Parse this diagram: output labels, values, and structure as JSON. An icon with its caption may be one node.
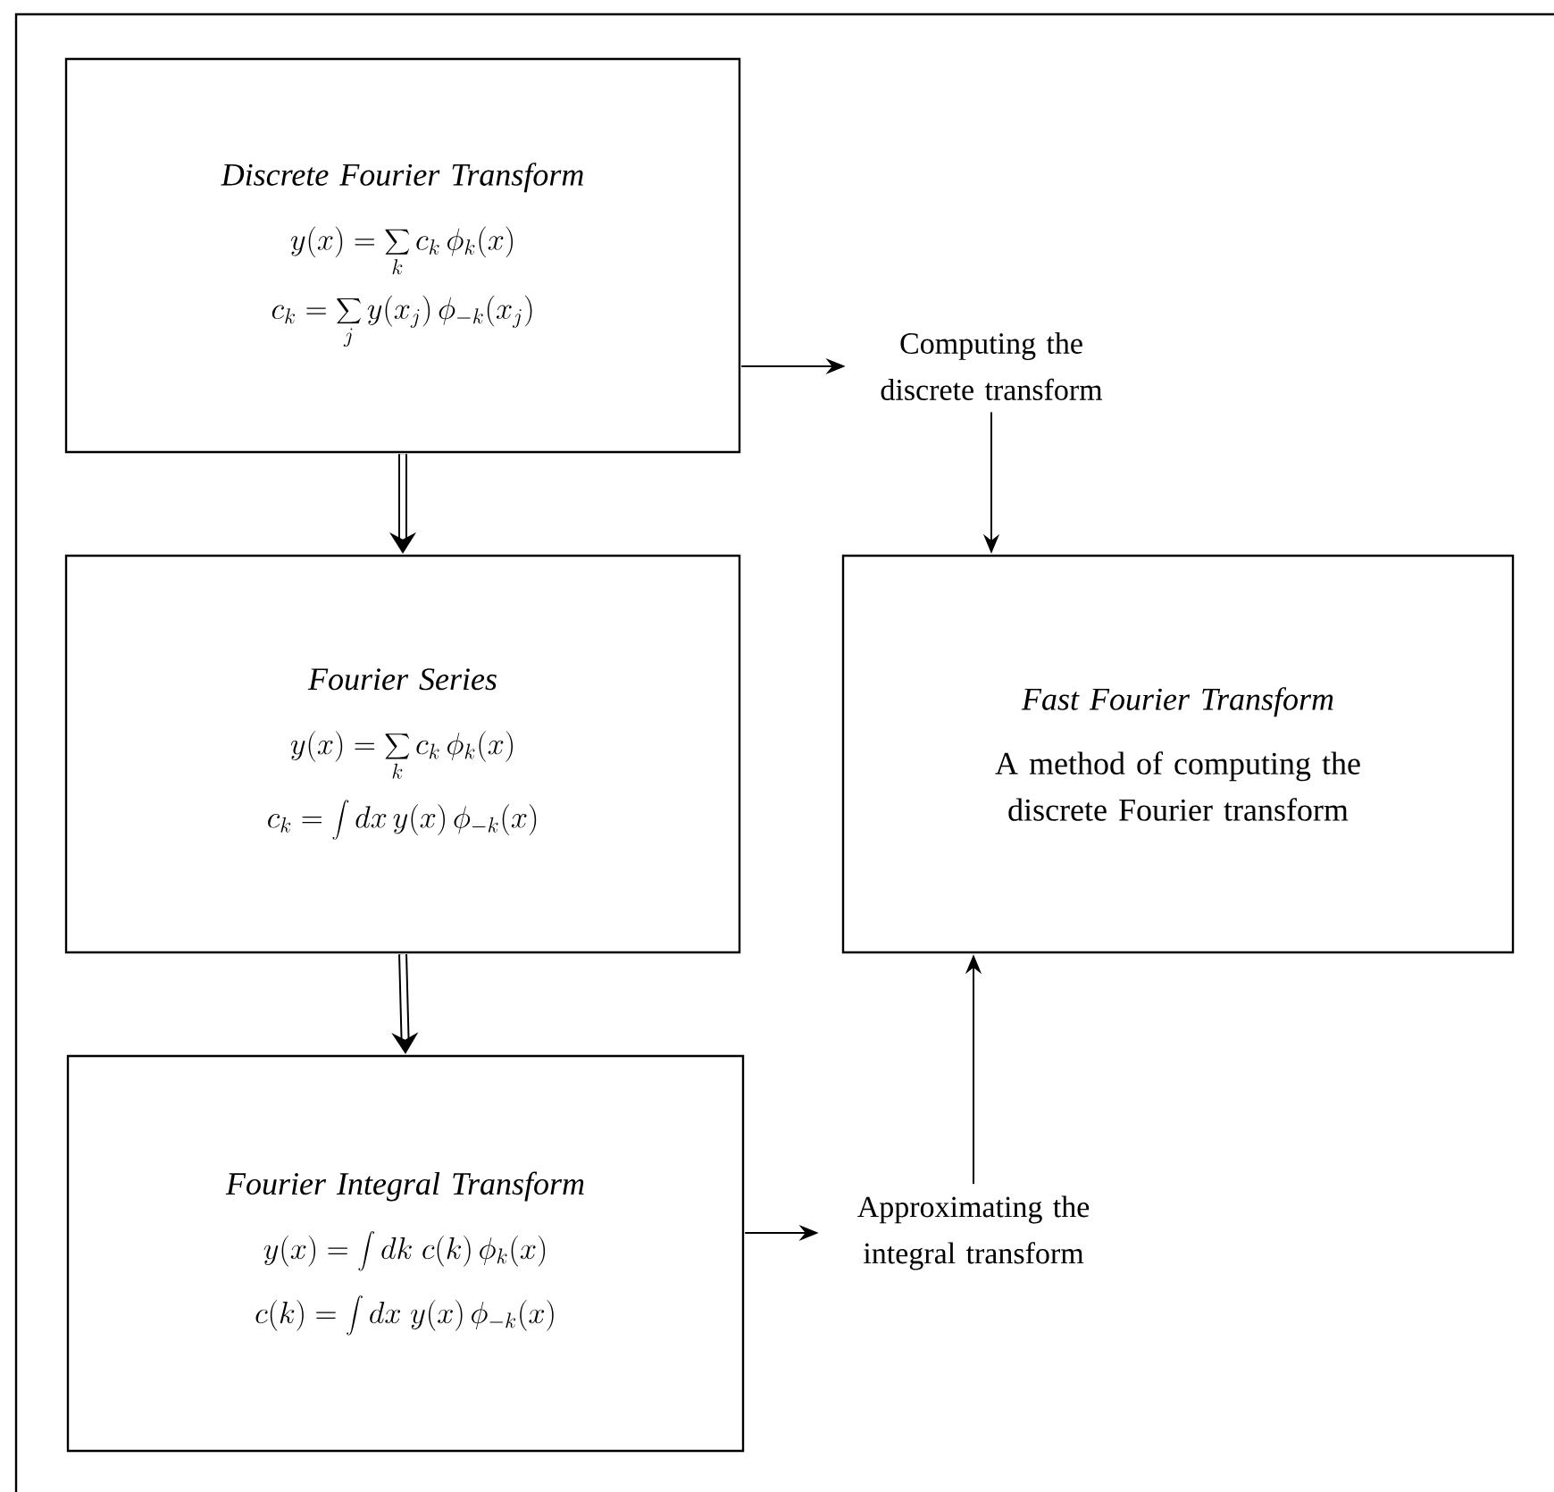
{
  "diagram": {
    "nodes": [
      {
        "text": [
          "Discrete Fourier Transform",
          "y (x) = \\sum_{k} c_k \\, \\phi_k (x)",
          "c_k = \\sum_{j} y (x_j) \\, \\phi_{-k} (x_j)"
        ]
      },
      {
        "text": [
          "Computing the discrete transform"
        ]
      },
      {
        "text": [
          "Fourier Series",
          "y (x) = \\sum_{k} c_k \\, \\phi_k (x)",
          "c_k = \\int dx \\, y (x) \\, \\phi_{-k} (x)"
        ]
      },
      {
        "text": [
          "Fast Fourier Transform",
          "A method of computing the discrete Fourier transform"
        ]
      },
      {
        "text": [
          "Fourier Integral Transform",
          "y (x) = \\int dk \\; c (k) \\, \\phi_k (x)",
          "c(k) = \\int dx \\; y (x) \\, \\phi_{-k} (x)"
        ]
      },
      {
        "text": [
          "Approximating the integral transform"
        ]
      }
    ],
    "edges": [
      {
        "from": 0,
        "to": 2,
        "arrow": "to",
        "style": "thick"
      },
      {
        "from": 2,
        "to": 4,
        "arrow": "to",
        "style": "thick"
      },
      {
        "from": 0,
        "to": 1,
        "arrow": "to"
      },
      {
        "from": 1,
        "to": 3,
        "arrow": "to"
      },
      {
        "from": 4,
        "to": 5,
        "arrow": "to"
      },
      {
        "from": 5,
        "to": 3,
        "arrow": "to"
      }
    ]
  }
}
